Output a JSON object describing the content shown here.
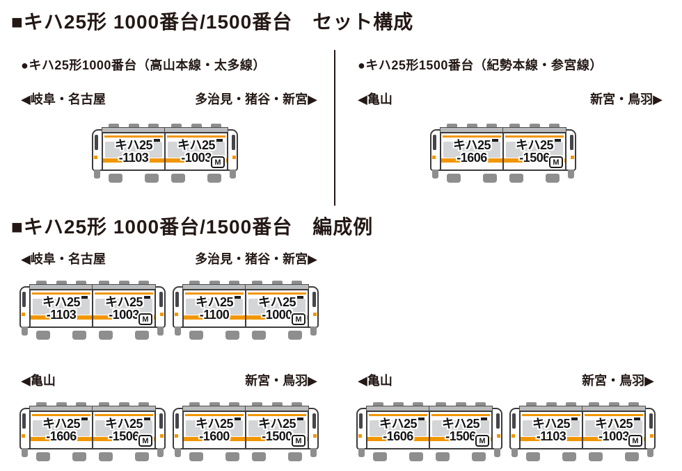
{
  "titles": {
    "set_section": "■キハ25形 1000番台/1500番台　セット構成",
    "formation_section": "■キハ25形 1000番台/1500番台　編成例"
  },
  "set_section": {
    "left": {
      "header": "●キハ25形1000番台（高山本線・太多線）",
      "dir_left": "◀岐阜・名古屋",
      "dir_right": "多治見・猪谷・新宮▶"
    },
    "right": {
      "header": "●キハ25形1500番台（紀勢本線・参宮線）",
      "dir_left": "◀亀山",
      "dir_right": "新宮・鳥羽▶"
    }
  },
  "formation_section": {
    "row1": {
      "dir_left": "◀岐阜・名古屋",
      "dir_right": "多治見・猪谷・新宮▶"
    },
    "row2_left": {
      "dir_left": "◀亀山",
      "dir_right": "新宮・鳥羽▶"
    },
    "row2_right": {
      "dir_left": "◀亀山",
      "dir_right": "新宮・鳥羽▶"
    }
  },
  "motor_badge_label": "M",
  "formations": {
    "set_1000": [
      [
        {
          "series": "キハ25",
          "number": "-1103",
          "motor": false
        },
        {
          "series": "キハ25",
          "number": "-1003",
          "motor": true
        }
      ]
    ],
    "set_1500": [
      [
        {
          "series": "キハ25",
          "number": "-1606",
          "motor": false
        },
        {
          "series": "キハ25",
          "number": "-1506",
          "motor": true
        }
      ]
    ],
    "example_1000": [
      [
        {
          "series": "キハ25",
          "number": "-1103",
          "motor": false
        },
        {
          "series": "キハ25",
          "number": "-1003",
          "motor": true
        }
      ],
      [
        {
          "series": "キハ25",
          "number": "-1100",
          "motor": false
        },
        {
          "series": "キハ25",
          "number": "-1000",
          "motor": true
        }
      ]
    ],
    "example_1500": [
      [
        {
          "series": "キハ25",
          "number": "-1606",
          "motor": false
        },
        {
          "series": "キハ25",
          "number": "-1506",
          "motor": true
        }
      ],
      [
        {
          "series": "キハ25",
          "number": "-1600",
          "motor": false
        },
        {
          "series": "キハ25",
          "number": "-1500",
          "motor": true
        }
      ]
    ],
    "example_mixed": [
      [
        {
          "series": "キハ25",
          "number": "-1606",
          "motor": false
        },
        {
          "series": "キハ25",
          "number": "-1506",
          "motor": true
        }
      ],
      [
        {
          "series": "キハ25",
          "number": "-1103",
          "motor": false
        },
        {
          "series": "キハ25",
          "number": "-1003",
          "motor": true
        }
      ]
    ]
  },
  "colors": {
    "stripe_orange": "#f29600",
    "text_ink": "#231815",
    "roof_gray": "#b9babb",
    "vent_gray": "#8e8e8f",
    "window_gray": "#d4d5d6",
    "outline_dark": "#3c3c3c"
  }
}
